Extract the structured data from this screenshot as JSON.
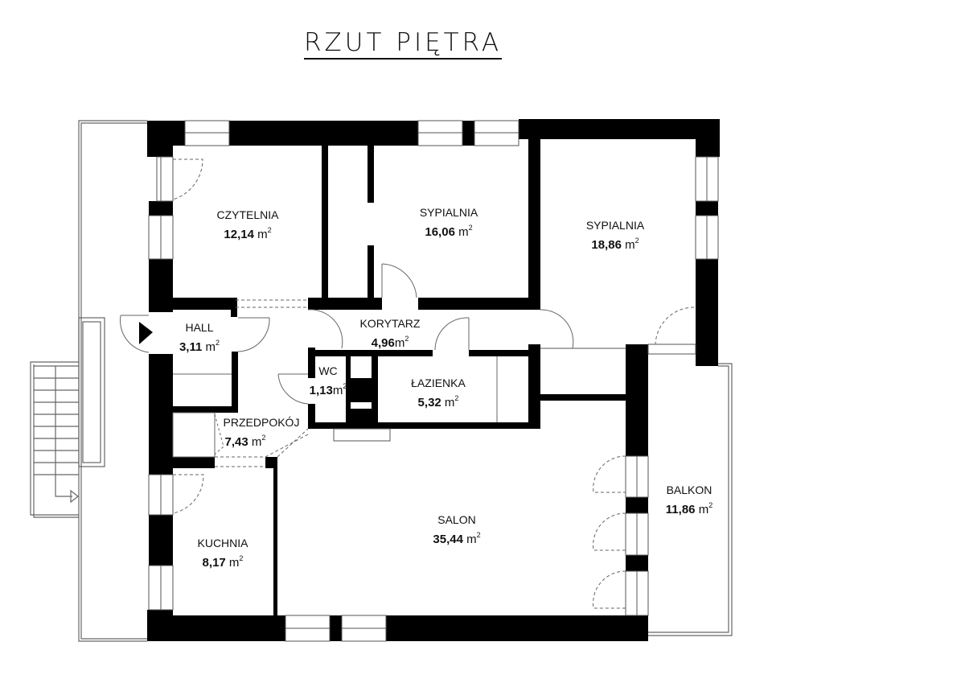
{
  "title": "RZUT PIĘTRA",
  "unit": "m",
  "unit_exp": "2",
  "rooms": [
    {
      "name": "CZYTELNIA",
      "area": "12,14"
    },
    {
      "name": "SYPIALNIA",
      "area": "16,06"
    },
    {
      "name": "SYPIALNIA",
      "area": "18,86"
    },
    {
      "name": "HALL",
      "area": "3,11"
    },
    {
      "name": "KORYTARZ",
      "area": "4,96"
    },
    {
      "name": "WC",
      "area": "1,13"
    },
    {
      "name": "ŁAZIENKA",
      "area": "5,32"
    },
    {
      "name": "PRZEDPOKÓJ",
      "area": "7,43"
    },
    {
      "name": "KUCHNIA",
      "area": "8,17"
    },
    {
      "name": "SALON",
      "area": "35,44"
    },
    {
      "name": "BALKON",
      "area": "11,86"
    }
  ],
  "colors": {
    "wall": "#000000",
    "line": "#555555",
    "background": "#ffffff"
  }
}
